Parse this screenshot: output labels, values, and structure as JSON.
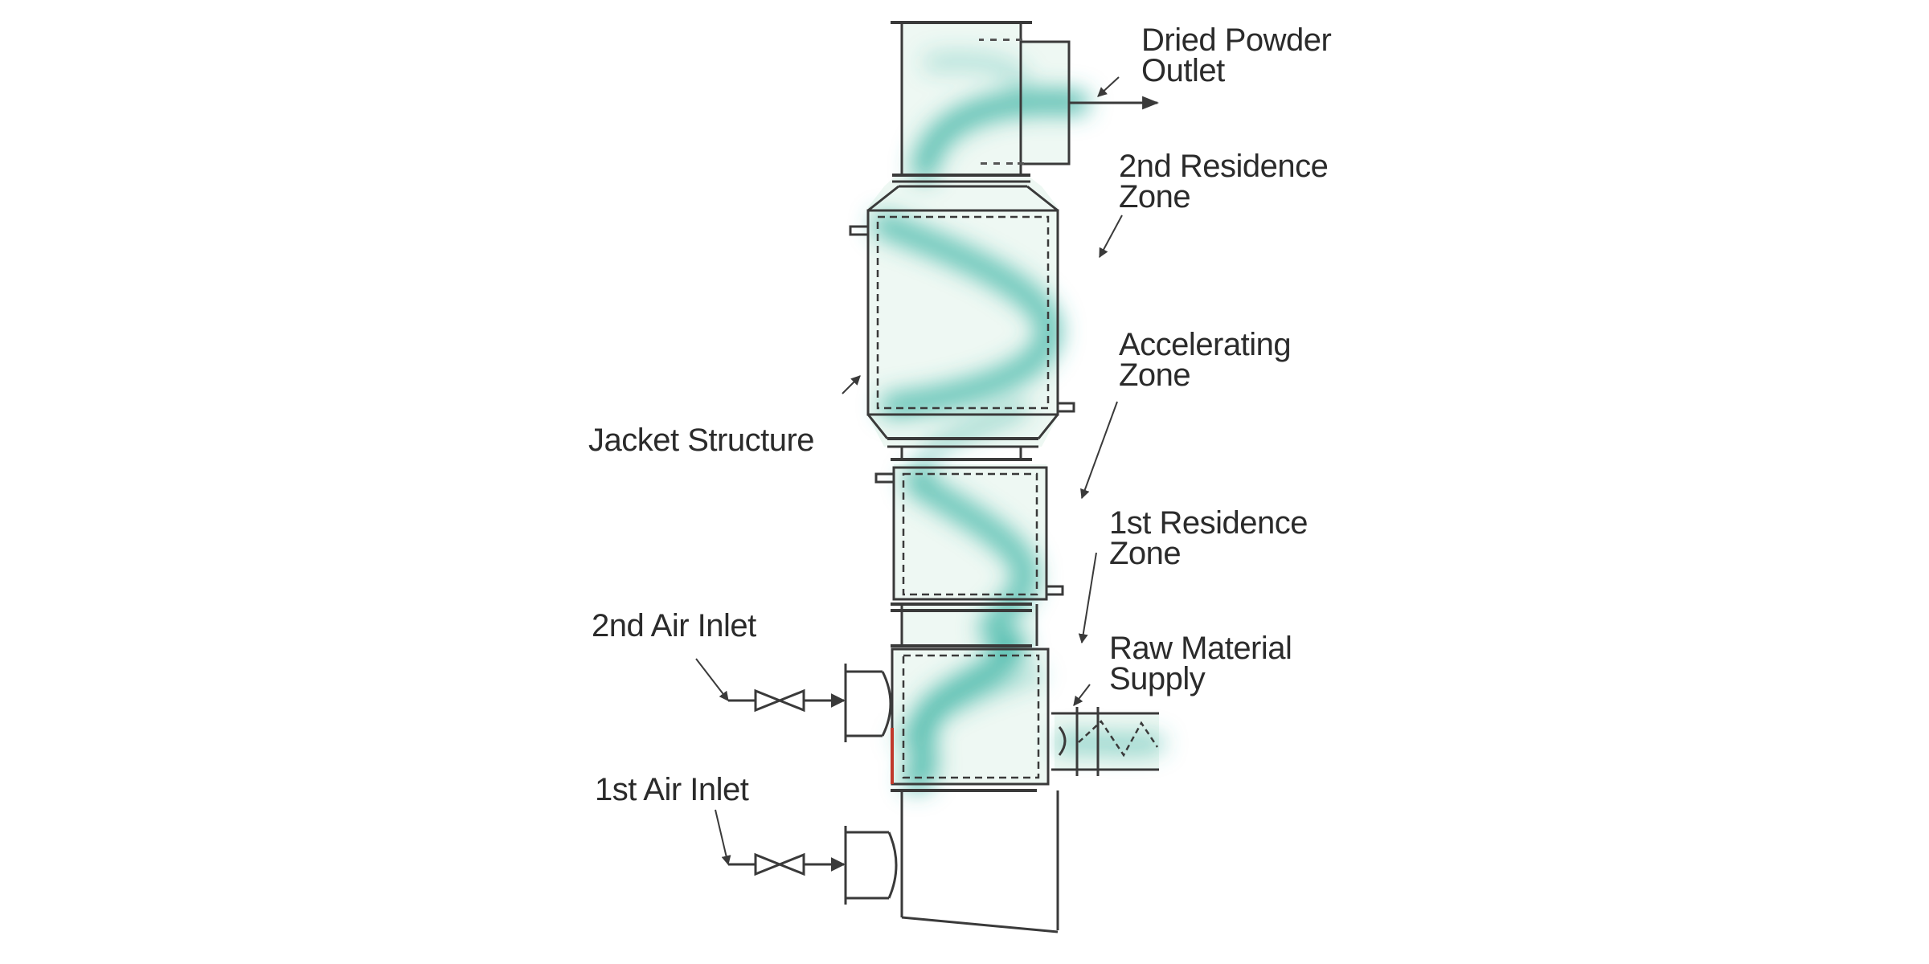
{
  "labels": {
    "dried_powder_outlet": [
      "Dried Powder",
      "Outlet"
    ],
    "second_residence_zone": [
      "2nd Residence",
      "Zone"
    ],
    "accelerating_zone": [
      "Accelerating",
      "Zone"
    ],
    "jacket_structure": "Jacket Structure",
    "first_residence_zone": [
      "1st Residence",
      "Zone"
    ],
    "second_air_inlet": "2nd Air Inlet",
    "raw_material_supply": [
      "Raw Material",
      "Supply"
    ],
    "first_air_inlet": "1st Air Inlet"
  },
  "colors": {
    "line": "#3a3a3a",
    "flow": "#3fb5a6",
    "flow_bg": "#eaf6f1",
    "accent": "#c0392b",
    "text": "#2b2b2b"
  }
}
